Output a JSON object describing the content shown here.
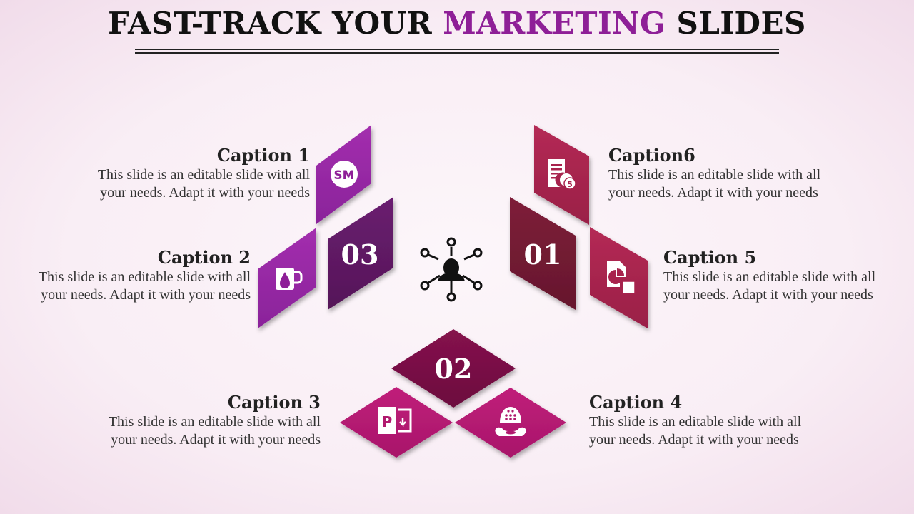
{
  "title": {
    "part1": "FAST-TRACK YOUR ",
    "highlight": "MARKETING",
    "part2": " SLIDES",
    "highlight_color": "#8e1f97"
  },
  "numbers": {
    "n1": "01",
    "n2": "02",
    "n3": "03"
  },
  "captions": [
    {
      "title": "Caption 1",
      "line1": "This slide is an editable slide with all",
      "line2": "your needs. Adapt it with your needs"
    },
    {
      "title": "Caption 2",
      "line1": "This slide is an editable slide with all",
      "line2": "your needs. Adapt it with your needs"
    },
    {
      "title": "Caption 3",
      "line1": "This slide is an editable slide with all",
      "line2": "your needs. Adapt it with your needs"
    },
    {
      "title": "Caption 4",
      "line1": "This slide is an editable slide with all",
      "line2": "your needs. Adapt it with your needs"
    },
    {
      "title": "Caption 5",
      "line1": "This slide is an editable slide with all",
      "line2": "your needs. Adapt it with your needs"
    },
    {
      "title": "Caption6",
      "line1": "This slide is an editable slide with all",
      "line2": "your needs. Adapt it with your needs"
    }
  ],
  "icons": {
    "sm_badge": "SM",
    "badge_number": "5",
    "ppt_letter": "P",
    "center": "network-person-icon"
  },
  "colors": {
    "purple_light": "#9b2aa6",
    "purple_dark": "#5e1a62",
    "magenta": "#b0196e",
    "magenta_dark": "#7a1045",
    "crimson": "#a8234d",
    "crimson_dark": "#721a33"
  }
}
